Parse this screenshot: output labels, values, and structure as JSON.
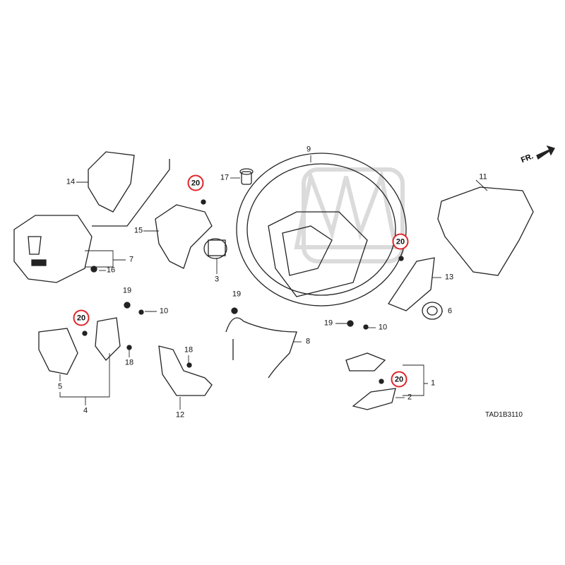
{
  "diagram_code": "TAD1B3110",
  "direction_label": "FR.",
  "watermark": "HONDA",
  "labels": {
    "l9": "9",
    "l17": "17",
    "l11": "11",
    "l14": "14",
    "l15": "15",
    "l3": "3",
    "l7": "7",
    "l16": "16",
    "l13": "13",
    "l19a": "19",
    "l10a": "10",
    "l19b": "19",
    "l6": "6",
    "l8": "8",
    "l19c": "19",
    "l10b": "10",
    "l5": "5",
    "l18a": "18",
    "l18b": "18",
    "l4": "4",
    "l12": "12",
    "l1": "1",
    "l2": "2"
  },
  "highlighted": {
    "c1": "20",
    "c2": "20",
    "c3": "20",
    "c4": "20"
  },
  "colors": {
    "highlight": "#e0262b",
    "line": "#222222"
  }
}
